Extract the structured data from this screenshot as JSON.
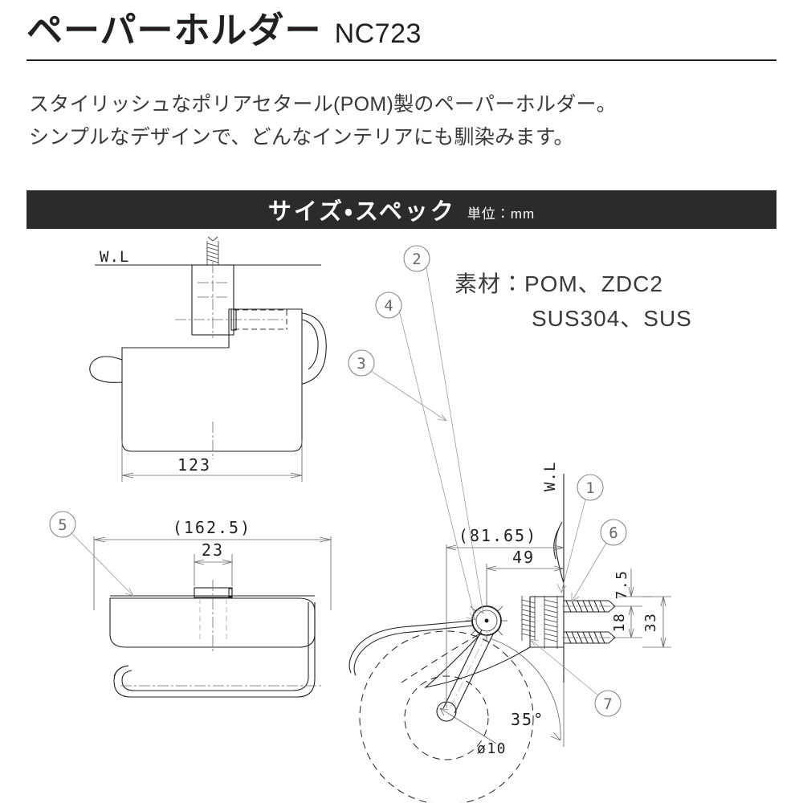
{
  "header": {
    "title": "ペーパーホルダー",
    "model": "NC723"
  },
  "description": {
    "line1": "スタイリッシュなポリアセタール(POM)製のペーパーホルダー。",
    "line2": "シンプルなデザインで、どんなインテリアにも馴染みます。"
  },
  "banner": {
    "title": "サイズ・スペック",
    "unit": "単位：mm",
    "bg_color": "#2b2b2b",
    "text_color": "#ffffff"
  },
  "material": {
    "line1": "素材：POM、ZDC2",
    "line2": "SUS304、SUS"
  },
  "drawings": {
    "side_view": {
      "wall_line_label": "W.L",
      "width_dimension": "123"
    },
    "front_view": {
      "balloon": "5",
      "overall_width": "(162.5)",
      "bracket_width": "23"
    },
    "detail_view": {
      "wall_line_label": "W.L",
      "projection": "(81.65)",
      "arm_length": "49",
      "top_offset": "7.5",
      "anchor_spacing": "18",
      "bracket_height": "33",
      "swing_angle": "35°",
      "core_diameter": "ø10",
      "balloons": [
        "1",
        "2",
        "3",
        "4",
        "6",
        "7"
      ]
    }
  },
  "colors": {
    "ink": "#231f20",
    "banner": "#2b2b2b",
    "dim_line": "#6a6a6a",
    "balloon_stroke": "#8a8a8a"
  }
}
